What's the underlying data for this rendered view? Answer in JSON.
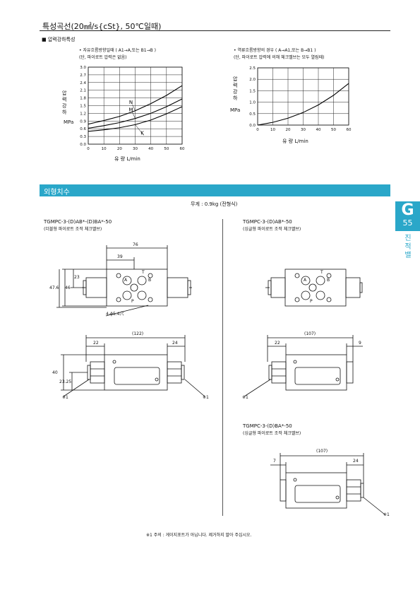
{
  "header": {
    "title": "특성곡선(20㎟/s{cSt}, 50℃일때)"
  },
  "section_pressure": {
    "label": "■ 압력강하특성"
  },
  "chart_left": {
    "note1": "• 자유흐름방향일때 ( A1→A,또는 B1→B )",
    "note2": "(단, 파이로트 압력은 없음)",
    "ylabel_1": "압력강하",
    "ylabel_unit": "MPa",
    "xlabel": "유 량    L/min"
  },
  "chart_right": {
    "note1": "• 역류흐름방향의 경우 ( A→A1,또는 B→B1 )",
    "note2": "(단, 파이로트 압력에 의해 체크밸브는 모두 열림때)",
    "ylabel_1": "압력강하",
    "ylabel_unit": "MPa",
    "xlabel": "유 량    L/min"
  },
  "chart_data": [
    {
      "type": "line",
      "x_ticks": [
        0,
        10,
        20,
        30,
        40,
        50,
        60
      ],
      "y_ticks": [
        0,
        0.3,
        0.6,
        0.9,
        1.2,
        1.5,
        1.8,
        2.1,
        2.4,
        2.7,
        3.0
      ],
      "xlabel": "유 량    L/min",
      "ylabel": "압력강하 MPa",
      "xlim": [
        0,
        60
      ],
      "ylim": [
        0,
        3.0
      ],
      "grid": true,
      "series": [
        {
          "name": "N",
          "x": [
            0,
            10,
            20,
            30,
            40,
            50,
            60
          ],
          "y": [
            0.78,
            0.92,
            1.08,
            1.3,
            1.58,
            1.9,
            2.28
          ]
        },
        {
          "name": "M",
          "x": [
            0,
            10,
            20,
            30,
            40,
            50,
            60
          ],
          "y": [
            0.62,
            0.72,
            0.84,
            1.0,
            1.2,
            1.46,
            1.76
          ]
        },
        {
          "name": "K",
          "x": [
            0,
            10,
            20,
            30,
            40,
            50,
            60
          ],
          "y": [
            0.5,
            0.56,
            0.64,
            0.76,
            0.94,
            1.18,
            1.46
          ]
        }
      ]
    },
    {
      "type": "line",
      "x_ticks": [
        0,
        10,
        20,
        30,
        40,
        50,
        60
      ],
      "y_ticks": [
        0,
        0.5,
        1.0,
        1.5,
        2.0,
        2.5
      ],
      "xlabel": "유 량    L/min",
      "ylabel": "압력강하 MPa",
      "xlim": [
        0,
        60
      ],
      "ylim": [
        0,
        2.5
      ],
      "grid": true,
      "series": [
        {
          "x": [
            0,
            10,
            20,
            30,
            40,
            50,
            60
          ],
          "y": [
            0,
            0.12,
            0.3,
            0.55,
            0.88,
            1.3,
            1.82
          ]
        }
      ]
    }
  ],
  "dimensions_section": {
    "title": "외형치수",
    "weight": "무게 : 0.9kg (전형식)"
  },
  "side_tab": {
    "letter": "G",
    "page": "55",
    "vertical_text": "진적밸"
  },
  "model_1": {
    "name": "TGMPC-3-(D)AB*-(D)BA*-50",
    "desc": "(더블형 파이로트 조작 체크밸브)",
    "dim_76": "76",
    "dim_39": "39",
    "dim_23": "23",
    "dim_46": "46",
    "dim_476": "47.6",
    "holes": "4-ϕ5.4穴",
    "dim_122": "(122)",
    "dim_22": "22",
    "dim_24": "24",
    "dim_40": "40",
    "dim_2325": "23.25",
    "note_ref_l": "※1",
    "note_ref_r": "※1",
    "ports": [
      "A",
      "B",
      "T",
      "P"
    ]
  },
  "model_2": {
    "name": "TGMPC-3-(D)AB*-50",
    "desc": "(싱글형 파이로트 조작 체크밸브)",
    "dim_107": "(107)",
    "dim_22": "22",
    "dim_9": "9",
    "note_ref": "※1",
    "ports": [
      "A",
      "B",
      "T",
      "P"
    ]
  },
  "model_3": {
    "name": "TGMPC-3-(D)BA*-50",
    "desc": "(싱글형 파이로트 조작 체크밸브)",
    "dim_107": "(107)",
    "dim_7": "7",
    "dim_24": "24",
    "note_ref": "※1"
  },
  "footnote": "※1 주의 : 게이지포트가 아닙니다. 제거하지 말아 주십시오."
}
